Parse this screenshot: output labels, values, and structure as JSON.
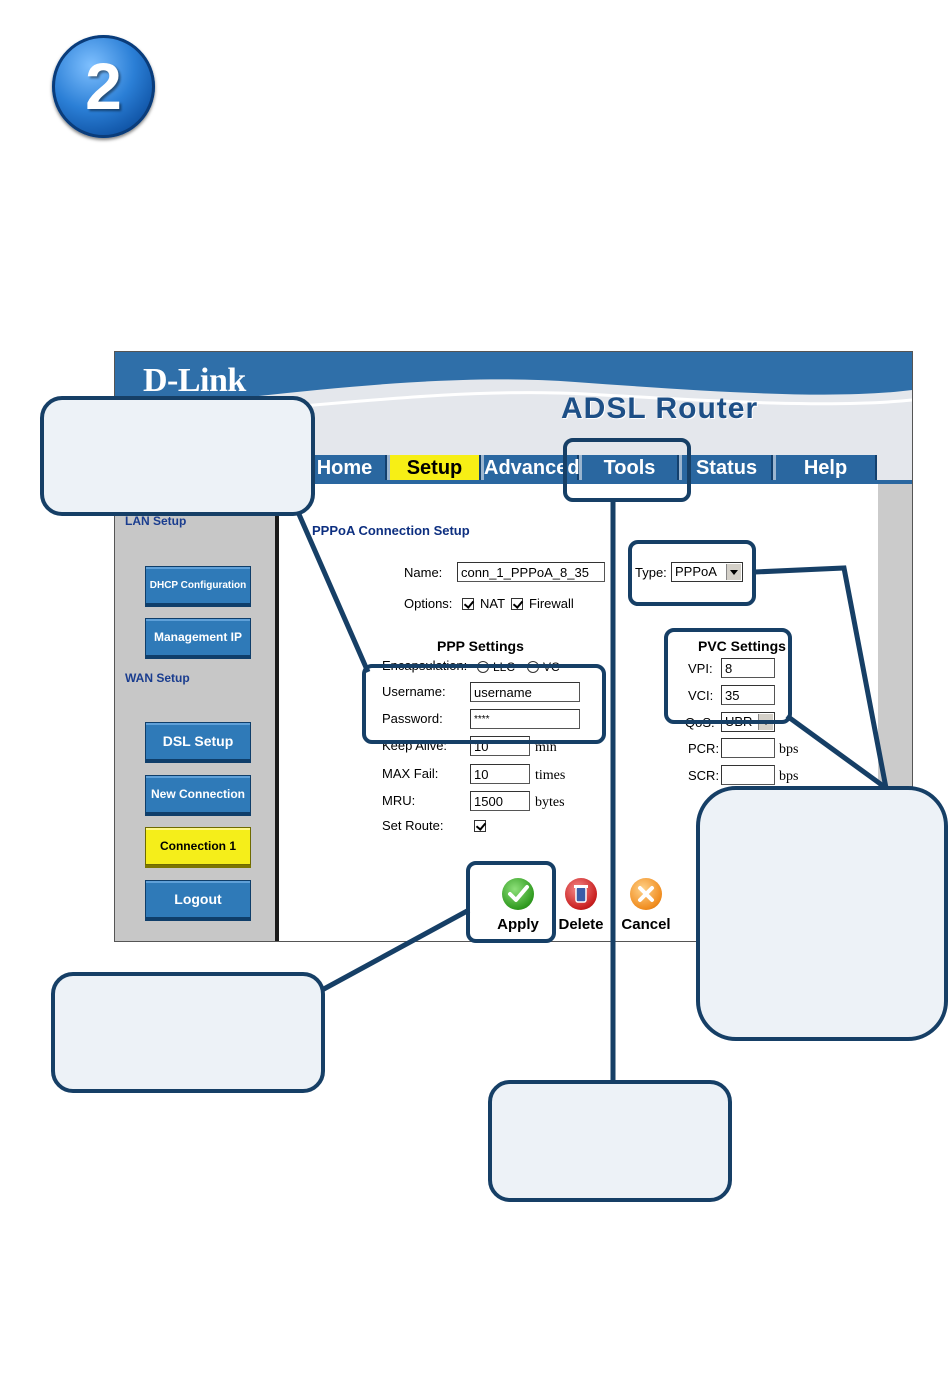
{
  "step": {
    "number": "2"
  },
  "router": {
    "brand": "D-Link",
    "product": "ADSL Router",
    "tabs": [
      {
        "label": "Home",
        "active": false
      },
      {
        "label": "Setup",
        "active": true
      },
      {
        "label": "Advanced",
        "active": false
      },
      {
        "label": "Tools",
        "active": false
      },
      {
        "label": "Status",
        "active": false
      },
      {
        "label": "Help",
        "active": false
      }
    ],
    "sidebar": {
      "lan_heading": "LAN Setup",
      "wan_heading": "WAN Setup",
      "buttons": {
        "dhcp": "DHCP Configuration",
        "management_ip": "Management IP",
        "dsl_setup": "DSL Setup",
        "new_connection": "New Connection",
        "connection1": "Connection 1",
        "logout": "Logout"
      }
    },
    "form": {
      "title": "PPPoA Connection Setup",
      "name_label": "Name:",
      "name_value": "conn_1_PPPoA_8_35",
      "type_label": "Type:",
      "type_value": "PPPoA",
      "options_label": "Options:",
      "nat_label": "NAT",
      "firewall_label": "Firewall",
      "ppp_heading": "PPP Settings",
      "encapsulation_label": "Encapsulation:",
      "llc_label": "LLC",
      "vc_label": "VC",
      "username_label": "Username:",
      "username_value": "username",
      "password_label": "Password:",
      "password_value": "****",
      "keepalive_label": "Keep Alive:",
      "keepalive_value": "10",
      "keepalive_unit": "min",
      "maxfail_label": "MAX Fail:",
      "maxfail_value": "10",
      "maxfail_unit": "times",
      "mru_label": "MRU:",
      "mru_value": "1500",
      "mru_unit": "bytes",
      "setroute_label": "Set Route:",
      "pvc_heading": "PVC Settings",
      "vpi_label": "VPI:",
      "vpi_value": "8",
      "vci_label": "VCI:",
      "vci_value": "35",
      "qos_label": "QoS:",
      "qos_value": "UBR",
      "pcr_label": "PCR:",
      "pcr_unit": "bps",
      "scr_label": "SCR:",
      "scr_unit": "bps"
    },
    "actions": {
      "apply": "Apply",
      "delete": "Delete",
      "cancel": "Cancel"
    }
  },
  "colors": {
    "header_blue": "#2f6fa9",
    "active_tab": "#f7ef15",
    "callout_border": "#163f66",
    "callout_fill": "#edf2f7"
  }
}
